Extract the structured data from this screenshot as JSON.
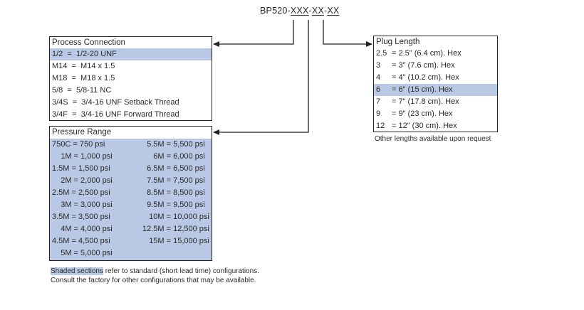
{
  "part_code": {
    "prefix": "BP520-",
    "seg1": "XXX",
    "dash1": "-",
    "seg2": "XX",
    "dash2": "-",
    "seg3": "XX"
  },
  "process_connection": {
    "title": "Process Connection",
    "rows": [
      {
        "text": "1/2  =  1/2-20 UNF",
        "shaded": true
      },
      {
        "text": "M14  =  M14 x 1.5",
        "shaded": false
      },
      {
        "text": "M18  =  M18 x 1.5",
        "shaded": false
      },
      {
        "text": "5/8  =  5/8-11 NC",
        "shaded": false
      },
      {
        "text": "3/4S  =  3/4-16 UNF Setback Thread",
        "shaded": false
      },
      {
        "text": "3/4F  =  3/4-16 UNF Forward Thread",
        "shaded": false
      }
    ]
  },
  "pressure_range": {
    "title": "Pressure Range",
    "left": [
      "750C = 750 psi",
      "    1M = 1,000 psi",
      "1.5M = 1,500 psi",
      "    2M = 2,000 psi",
      "2.5M = 2,500 psi",
      "    3M = 3,000 psi",
      "3.5M = 3,500 psi",
      "    4M = 4,000 psi",
      "4.5M = 4,500 psi",
      "    5M = 5,000 psi"
    ],
    "right": [
      "  5.5M = 5,500 psi",
      "     6M = 6,000 psi",
      "  6.5M = 6,500 psi",
      "  7.5M = 7,500 psi",
      "  8.5M = 8,500 psi",
      "  9.5M = 9,500 psi",
      "   10M = 10,000 psi",
      "12.5M = 12,500 psi",
      "   15M = 15,000 psi"
    ]
  },
  "plug_length": {
    "title": "Plug Length",
    "rows": [
      {
        "code": "2.5",
        "desc": "= 2.5\" (6.4 cm). Hex",
        "shaded": false
      },
      {
        "code": "3",
        "desc": "= 3\" (7.6 cm). Hex",
        "shaded": false
      },
      {
        "code": "4",
        "desc": "= 4\" (10.2 cm). Hex",
        "shaded": false
      },
      {
        "code": "6",
        "desc": "= 6\" (15 cm). Hex",
        "shaded": true
      },
      {
        "code": "7",
        "desc": "= 7\" (17.8 cm). Hex",
        "shaded": false
      },
      {
        "code": "9",
        "desc": "= 9\" (23 cm). Hex",
        "shaded": false
      },
      {
        "code": "12",
        "desc": "= 12\" (30 cm). Hex",
        "shaded": false
      }
    ],
    "note": "Other lengths available upon request"
  },
  "footnote": {
    "highlight": "Shaded sections",
    "line1_rest": " refer to standard (short lead time) configurations.",
    "line2": "Consult the factory for other configurations that may be available."
  },
  "colors": {
    "shade": "#b9c8e4",
    "line": "#222222"
  }
}
